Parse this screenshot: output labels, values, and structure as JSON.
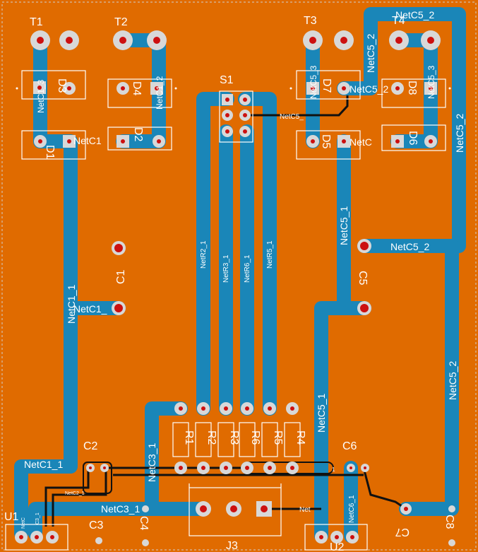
{
  "components": {
    "T1": "T1",
    "T2": "T2",
    "T3": "T3",
    "T4": "T4",
    "D1": "D1",
    "D2": "D2",
    "D3": "D3",
    "D4": "D4",
    "D5": "D5",
    "D6": "D6",
    "D7": "D7",
    "D8": "D8",
    "S1": "S1",
    "C1": "C1",
    "C2": "C2",
    "C3": "C3",
    "C4": "C4",
    "C5": "C5",
    "C6": "C6",
    "C7": "C7",
    "C8": "C8",
    "R1": "R1",
    "R2": "R2",
    "R3": "R3",
    "R4": "R4",
    "R5": "R5",
    "R6": "R6",
    "U1": "U1",
    "U2": "U2",
    "J3": "J3"
  },
  "nets": {
    "netc1_1": "NetC1_1",
    "netc1_": "NetC1_",
    "netc3_1": "NetC3_1",
    "netc5_": "NetC5_",
    "netc5_1": "NetC5_1",
    "netc5_2": "NetC5_2",
    "netc5_3": "NetC5_3",
    "netc6_1": "NetC6_1",
    "netc2_1": "NetC2_1",
    "netr2_1": "NetR2_1",
    "netr3_1": "NetR3_1",
    "netr5_1": "NetR5_1",
    "netr6_1": "NetR6_1",
    "net": "Net",
    "netc5": "NetC5",
    "netc": "NetC",
    "netc1": "NetC1",
    "netc1_3": "NetC1_3",
    "netc1_2": "NetC1_2",
    "netc6": "NetC6",
    "c3_1": "C3_1",
    "ne": "Ne",
    "n1": "1"
  },
  "colors": {
    "board": "#e06b00",
    "trace": "#1a86b8",
    "bottom_trace": "#111111",
    "pad_ring": "#d8d8d8",
    "drill": "#cc1010",
    "silkscreen": "#ffffff"
  }
}
